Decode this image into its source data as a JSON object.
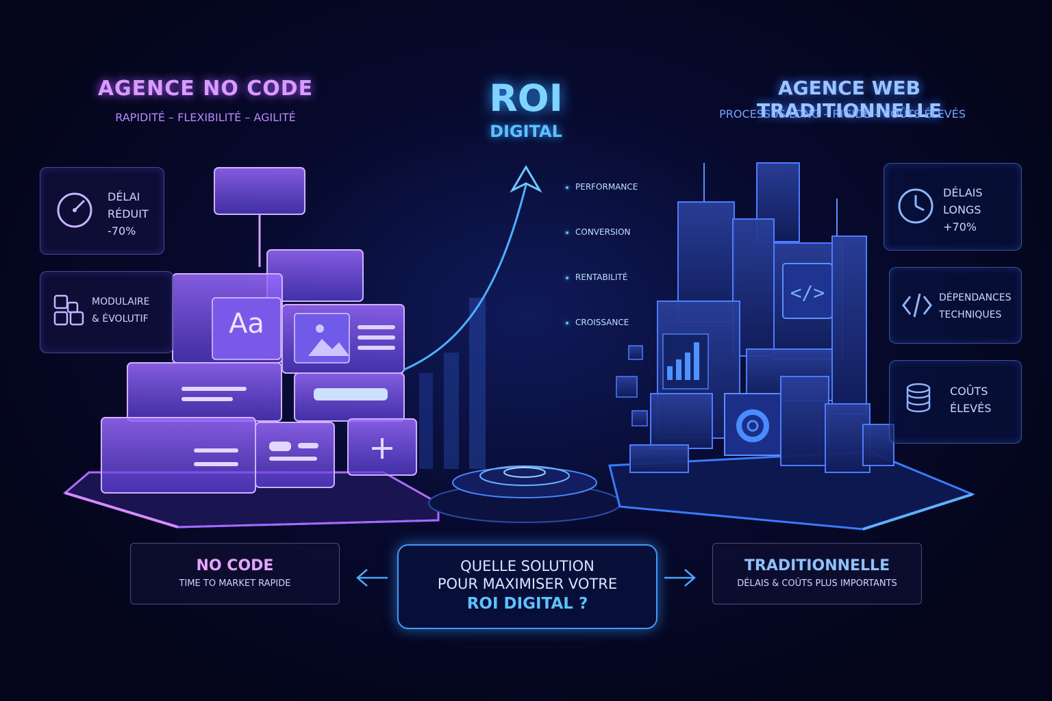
{
  "left": {
    "title": "Agence No Code",
    "subtitle": "Rapidité – Flexibilité – Agilité",
    "cards": [
      {
        "line1": "Délai",
        "line2": "Réduit",
        "line3": "-70%",
        "icon": "speedometer-icon"
      },
      {
        "line1": "Modulaire",
        "line2": "& Évolutif",
        "icon": "modules-icon"
      }
    ],
    "block_icons": {
      "text_block": "Aa"
    }
  },
  "center": {
    "title": "ROI",
    "subtitle": "Digital",
    "metrics": [
      "Performance",
      "Conversion",
      "Rentabilité",
      "Croissance"
    ]
  },
  "right": {
    "title": "Agence Web Traditionnelle",
    "subtitle": "Processus long – Rigide – Coûts élevés",
    "cards": [
      {
        "line1": "Délais",
        "line2": "Longs",
        "line3": "+70%",
        "icon": "clock-icon"
      },
      {
        "line1": "Dépendances",
        "line2": "Techniques",
        "icon": "code-icon"
      },
      {
        "line1": "Coûts",
        "line2": "Élevés",
        "icon": "coins-icon"
      }
    ]
  },
  "bottom": {
    "left_title": "No Code",
    "left_sub": "Time to market rapide",
    "center_line1": "Quelle solution",
    "center_line2": "pour maximiser votre",
    "center_line3": "ROI Digital ?",
    "right_title": "Traditionnelle",
    "right_sub": "Délais & coûts plus importants"
  },
  "colors": {
    "purple": "#a85bff",
    "blue": "#3f9bff",
    "background": "#05061a"
  }
}
